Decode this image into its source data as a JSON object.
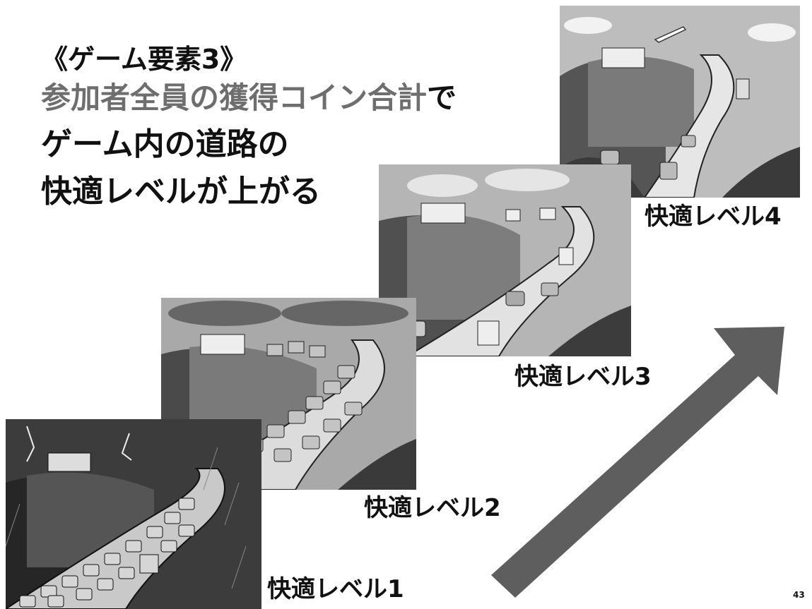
{
  "heading": {
    "line1": "《ゲーム要素3》",
    "line2_gray": "参加者全員の獲得コイン合計",
    "line2_black": "で",
    "line3": "ゲーム内の道路の",
    "line4": "快適レベルが上がる"
  },
  "levels": [
    {
      "label": "快適レベル1"
    },
    {
      "label": "快適レベル2"
    },
    {
      "label": "快適レベル3"
    },
    {
      "label": "快適レベル4"
    }
  ],
  "page_number": "43",
  "colors": {
    "arrow": "#5e5e5e",
    "title_gray": "#6e6e6e"
  }
}
